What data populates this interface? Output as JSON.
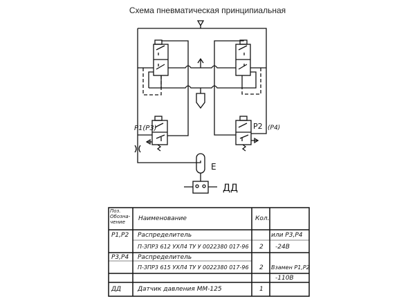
{
  "title": "Схема пневматическая принципиальная",
  "labels": {
    "p1": "P1(P3)",
    "p2": "P2",
    "p4": "(P4)",
    "e": "E",
    "dd": "ДД"
  },
  "table": {
    "headers": {
      "pos": "Поз. Обозна-чение",
      "name": "Наименование",
      "qty": "Кол.",
      "note": ""
    },
    "rows": [
      {
        "pos": "P1,P2",
        "name": "Распределитель",
        "qty": "",
        "note": "или P3,P4"
      },
      {
        "pos": "",
        "name": "П-ЗПР3 612 УХЛ4  ТУ У 0022380 017-96",
        "qty": "2",
        "note": "-24В"
      },
      {
        "pos": "P3,P4",
        "name": "Распределитель",
        "qty": "",
        "note": ""
      },
      {
        "pos": "",
        "name": "П-ЗПР3 615 УХЛ4  ТУ У 0022380 017-96",
        "qty": "2",
        "note": "Взамен P1,P2"
      },
      {
        "pos": "",
        "name": "",
        "qty": "",
        "note": "-110В"
      },
      {
        "pos": "ДД",
        "name": "Датчик давления ММ-125",
        "qty": "1",
        "note": ""
      }
    ]
  }
}
